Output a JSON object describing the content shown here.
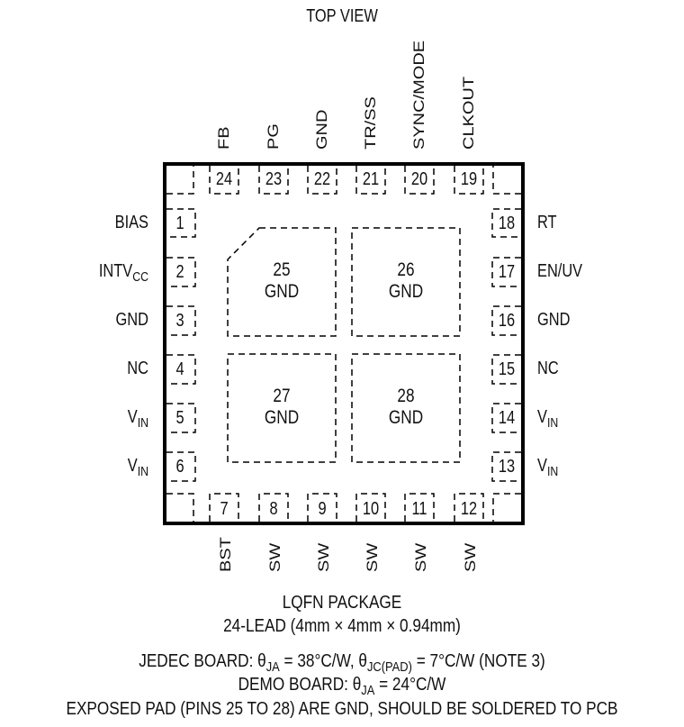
{
  "title": "TOP VIEW",
  "package": {
    "name": "LQFN PACKAGE",
    "dimensions": "24-LEAD (4mm × 4mm × 0.94mm)",
    "jedec_prefix": "JEDEC BOARD: θ",
    "jedec_sub1": "JA",
    "jedec_mid": " = 38°C/W, θ",
    "jedec_sub2": "JC(PAD)",
    "jedec_suffix": " = 7°C/W (NOTE 3)",
    "demo_prefix": "DEMO BOARD: θ",
    "demo_sub": "JA",
    "demo_suffix": " = 24°C/W",
    "exposed_pad_note": "EXPOSED PAD (PINS 25 TO 28) ARE GND, SHOULD BE SOLDERED TO PCB"
  },
  "pins": {
    "left": [
      {
        "num": "1",
        "name": "BIAS",
        "sub": ""
      },
      {
        "num": "2",
        "name": "INTV",
        "sub": "CC"
      },
      {
        "num": "3",
        "name": "GND",
        "sub": ""
      },
      {
        "num": "4",
        "name": "NC",
        "sub": ""
      },
      {
        "num": "5",
        "name": "V",
        "sub": "IN"
      },
      {
        "num": "6",
        "name": "V",
        "sub": "IN"
      }
    ],
    "bottom": [
      {
        "num": "7",
        "name": "BST"
      },
      {
        "num": "8",
        "name": "SW"
      },
      {
        "num": "9",
        "name": "SW"
      },
      {
        "num": "10",
        "name": "SW"
      },
      {
        "num": "11",
        "name": "SW"
      },
      {
        "num": "12",
        "name": "SW"
      }
    ],
    "right": [
      {
        "num": "18",
        "name": "RT",
        "sub": ""
      },
      {
        "num": "17",
        "name": "EN/UV",
        "sub": ""
      },
      {
        "num": "16",
        "name": "GND",
        "sub": ""
      },
      {
        "num": "15",
        "name": "NC",
        "sub": ""
      },
      {
        "num": "14",
        "name": "V",
        "sub": "IN"
      },
      {
        "num": "13",
        "name": "V",
        "sub": "IN"
      }
    ],
    "top": [
      {
        "num": "24",
        "name": "FB"
      },
      {
        "num": "23",
        "name": "PG"
      },
      {
        "num": "22",
        "name": "GND"
      },
      {
        "num": "21",
        "name": "TR/SS"
      },
      {
        "num": "20",
        "name": "SYNC/MODE"
      },
      {
        "num": "19",
        "name": "CLKOUT"
      }
    ]
  },
  "exposed_pads": [
    {
      "num": "25",
      "name": "GND"
    },
    {
      "num": "26",
      "name": "GND"
    },
    {
      "num": "27",
      "name": "GND"
    },
    {
      "num": "28",
      "name": "GND"
    }
  ]
}
